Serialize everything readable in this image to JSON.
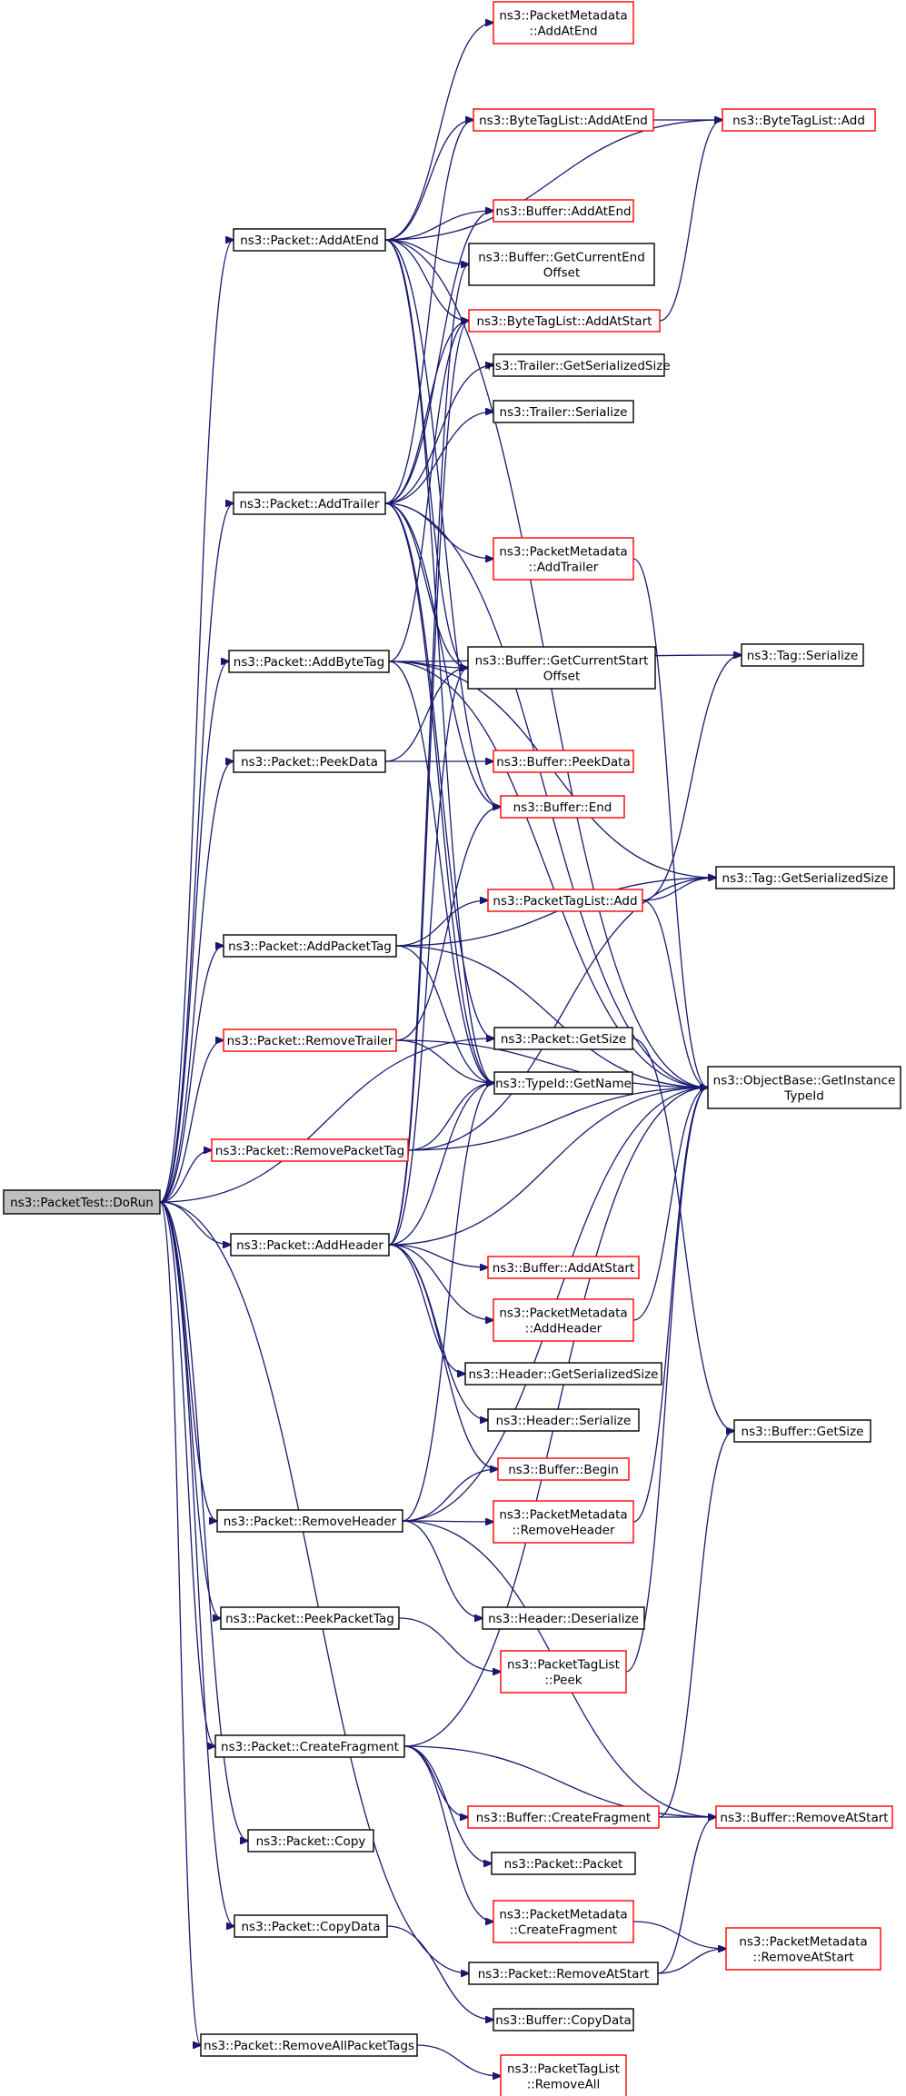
{
  "colors": {
    "edge": "#191970",
    "documented_border": "#000000",
    "undocumented_border": "#ff0000",
    "root_fill": "#bfbfbf",
    "node_fill": "#ffffff"
  },
  "nodes": [
    {
      "id": "root",
      "lines": [
        "ns3::PacketTest::DoRun"
      ],
      "style": "root"
    },
    {
      "id": "addAtEnd",
      "lines": [
        "ns3::Packet::AddAtEnd"
      ],
      "style": "black"
    },
    {
      "id": "addTrailer",
      "lines": [
        "ns3::Packet::AddTrailer"
      ],
      "style": "black"
    },
    {
      "id": "addByteTag",
      "lines": [
        "ns3::Packet::AddByteTag"
      ],
      "style": "black"
    },
    {
      "id": "peekData",
      "lines": [
        "ns3::Packet::PeekData"
      ],
      "style": "black"
    },
    {
      "id": "addPacketTag",
      "lines": [
        "ns3::Packet::AddPacketTag"
      ],
      "style": "black"
    },
    {
      "id": "removeTrailer",
      "lines": [
        "ns3::Packet::RemoveTrailer"
      ],
      "style": "red"
    },
    {
      "id": "removePacketTag",
      "lines": [
        "ns3::Packet::RemovePacketTag"
      ],
      "style": "red"
    },
    {
      "id": "addHeader",
      "lines": [
        "ns3::Packet::AddHeader"
      ],
      "style": "black"
    },
    {
      "id": "removeHeader",
      "lines": [
        "ns3::Packet::RemoveHeader"
      ],
      "style": "black"
    },
    {
      "id": "peekPacketTag",
      "lines": [
        "ns3::Packet::PeekPacketTag"
      ],
      "style": "black"
    },
    {
      "id": "createFragment",
      "lines": [
        "ns3::Packet::CreateFragment"
      ],
      "style": "black"
    },
    {
      "id": "copy",
      "lines": [
        "ns3::Packet::Copy"
      ],
      "style": "black"
    },
    {
      "id": "copyData",
      "lines": [
        "ns3::Packet::CopyData"
      ],
      "style": "black"
    },
    {
      "id": "removeAllPacketTags",
      "lines": [
        "ns3::Packet::RemoveAllPacketTags"
      ],
      "style": "black"
    },
    {
      "id": "pmAddAtEnd",
      "lines": [
        "ns3::PacketMetadata",
        "::AddAtEnd"
      ],
      "style": "red"
    },
    {
      "id": "btlAddAtEnd",
      "lines": [
        "ns3::ByteTagList::AddAtEnd"
      ],
      "style": "red"
    },
    {
      "id": "btlAdd",
      "lines": [
        "ns3::ByteTagList::Add"
      ],
      "style": "red"
    },
    {
      "id": "bufAddAtEnd",
      "lines": [
        "ns3::Buffer::AddAtEnd"
      ],
      "style": "red"
    },
    {
      "id": "bufGetCurrentEndOffset",
      "lines": [
        "ns3::Buffer::GetCurrentEnd",
        "Offset"
      ],
      "style": "black"
    },
    {
      "id": "btlAddAtStart",
      "lines": [
        "ns3::ByteTagList::AddAtStart"
      ],
      "style": "red"
    },
    {
      "id": "trailerGetSerializedSize",
      "lines": [
        "ns3::Trailer::GetSerializedSize"
      ],
      "style": "black"
    },
    {
      "id": "trailerSerialize",
      "lines": [
        "ns3::Trailer::Serialize"
      ],
      "style": "black"
    },
    {
      "id": "pmAddTrailer",
      "lines": [
        "ns3::PacketMetadata",
        "::AddTrailer"
      ],
      "style": "red"
    },
    {
      "id": "tagSerialize",
      "lines": [
        "ns3::Tag::Serialize"
      ],
      "style": "black"
    },
    {
      "id": "bufGetCurrentStartOffset",
      "lines": [
        "ns3::Buffer::GetCurrentStart",
        "Offset"
      ],
      "style": "black"
    },
    {
      "id": "bufPeekData",
      "lines": [
        "ns3::Buffer::PeekData"
      ],
      "style": "red"
    },
    {
      "id": "bufEnd",
      "lines": [
        "ns3::Buffer::End"
      ],
      "style": "red"
    },
    {
      "id": "ptlAdd",
      "lines": [
        "ns3::PacketTagList::Add"
      ],
      "style": "red"
    },
    {
      "id": "tagGetSerializedSize",
      "lines": [
        "ns3::Tag::GetSerializedSize"
      ],
      "style": "black"
    },
    {
      "id": "packetGetSize",
      "lines": [
        "ns3::Packet::GetSize"
      ],
      "style": "black"
    },
    {
      "id": "obGetInstanceTypeId",
      "lines": [
        "ns3::ObjectBase::GetInstance",
        "TypeId"
      ],
      "style": "black"
    },
    {
      "id": "typeIdGetName",
      "lines": [
        "ns3::TypeId::GetName"
      ],
      "style": "black"
    },
    {
      "id": "bufAddAtStart",
      "lines": [
        "ns3::Buffer::AddAtStart"
      ],
      "style": "red"
    },
    {
      "id": "pmAddHeader",
      "lines": [
        "ns3::PacketMetadata",
        "::AddHeader"
      ],
      "style": "red"
    },
    {
      "id": "headerGetSerializedSize",
      "lines": [
        "ns3::Header::GetSerializedSize"
      ],
      "style": "black"
    },
    {
      "id": "headerSerialize",
      "lines": [
        "ns3::Header::Serialize"
      ],
      "style": "black"
    },
    {
      "id": "bufGetSize",
      "lines": [
        "ns3::Buffer::GetSize"
      ],
      "style": "black"
    },
    {
      "id": "bufBegin",
      "lines": [
        "ns3::Buffer::Begin"
      ],
      "style": "red"
    },
    {
      "id": "pmRemoveHeader",
      "lines": [
        "ns3::PacketMetadata",
        "::RemoveHeader"
      ],
      "style": "red"
    },
    {
      "id": "headerDeserialize",
      "lines": [
        "ns3::Header::Deserialize"
      ],
      "style": "black"
    },
    {
      "id": "ptlPeek",
      "lines": [
        "ns3::PacketTagList",
        "::Peek"
      ],
      "style": "red"
    },
    {
      "id": "bufCreateFragment",
      "lines": [
        "ns3::Buffer::CreateFragment"
      ],
      "style": "red"
    },
    {
      "id": "bufRemoveAtStart",
      "lines": [
        "ns3::Buffer::RemoveAtStart"
      ],
      "style": "red"
    },
    {
      "id": "packetPacket",
      "lines": [
        "ns3::Packet::Packet"
      ],
      "style": "black"
    },
    {
      "id": "pmCreateFragment",
      "lines": [
        "ns3::PacketMetadata",
        "::CreateFragment"
      ],
      "style": "red"
    },
    {
      "id": "pmRemoveAtStart",
      "lines": [
        "ns3::PacketMetadata",
        "::RemoveAtStart"
      ],
      "style": "red"
    },
    {
      "id": "packetRemoveAtStart",
      "lines": [
        "ns3::Packet::RemoveAtStart"
      ],
      "style": "black"
    },
    {
      "id": "bufCopyData",
      "lines": [
        "ns3::Buffer::CopyData"
      ],
      "style": "black"
    },
    {
      "id": "ptlRemoveAll",
      "lines": [
        "ns3::PacketTagList",
        "::RemoveAll"
      ],
      "style": "red"
    }
  ],
  "edges": [
    [
      "root",
      "addAtEnd"
    ],
    [
      "root",
      "addTrailer"
    ],
    [
      "root",
      "addByteTag"
    ],
    [
      "root",
      "peekData"
    ],
    [
      "root",
      "addPacketTag"
    ],
    [
      "root",
      "removeTrailer"
    ],
    [
      "root",
      "removePacketTag"
    ],
    [
      "root",
      "addHeader"
    ],
    [
      "root",
      "removeHeader"
    ],
    [
      "root",
      "peekPacketTag"
    ],
    [
      "root",
      "createFragment"
    ],
    [
      "root",
      "copy"
    ],
    [
      "root",
      "copyData"
    ],
    [
      "root",
      "removeAllPacketTags"
    ],
    [
      "root",
      "packetGetSize"
    ],
    [
      "root",
      "packetRemoveAtStart"
    ],
    [
      "addAtEnd",
      "pmAddAtEnd"
    ],
    [
      "addAtEnd",
      "btlAddAtEnd"
    ],
    [
      "addAtEnd",
      "btlAdd"
    ],
    [
      "addAtEnd",
      "bufAddAtEnd"
    ],
    [
      "addAtEnd",
      "bufGetCurrentEndOffset"
    ],
    [
      "addAtEnd",
      "btlAddAtStart"
    ],
    [
      "addAtEnd",
      "bufGetCurrentStartOffset"
    ],
    [
      "addAtEnd",
      "obGetInstanceTypeId"
    ],
    [
      "addAtEnd",
      "typeIdGetName"
    ],
    [
      "addAtEnd",
      "bufEnd"
    ],
    [
      "btlAddAtEnd",
      "btlAdd"
    ],
    [
      "btlAddAtStart",
      "btlAdd"
    ],
    [
      "addTrailer",
      "btlAddAtEnd"
    ],
    [
      "addTrailer",
      "bufAddAtEnd"
    ],
    [
      "addTrailer",
      "btlAddAtStart"
    ],
    [
      "addTrailer",
      "trailerGetSerializedSize"
    ],
    [
      "addTrailer",
      "trailerSerialize"
    ],
    [
      "addTrailer",
      "pmAddTrailer"
    ],
    [
      "addTrailer",
      "bufGetCurrentStartOffset"
    ],
    [
      "addTrailer",
      "obGetInstanceTypeId"
    ],
    [
      "addTrailer",
      "typeIdGetName"
    ],
    [
      "addTrailer",
      "bufEnd"
    ],
    [
      "addTrailer",
      "packetGetSize"
    ],
    [
      "pmAddTrailer",
      "obGetInstanceTypeId"
    ],
    [
      "addByteTag",
      "btlAddAtStart"
    ],
    [
      "addByteTag",
      "tagSerialize"
    ],
    [
      "addByteTag",
      "tagGetSerializedSize"
    ],
    [
      "addByteTag",
      "bufGetCurrentStartOffset"
    ],
    [
      "addByteTag",
      "obGetInstanceTypeId"
    ],
    [
      "addByteTag",
      "typeIdGetName"
    ],
    [
      "peekData",
      "bufGetCurrentStartOffset"
    ],
    [
      "peekData",
      "bufPeekData"
    ],
    [
      "addPacketTag",
      "ptlAdd"
    ],
    [
      "addPacketTag",
      "tagGetSerializedSize"
    ],
    [
      "addPacketTag",
      "obGetInstanceTypeId"
    ],
    [
      "addPacketTag",
      "typeIdGetName"
    ],
    [
      "ptlAdd",
      "tagSerialize"
    ],
    [
      "ptlAdd",
      "tagGetSerializedSize"
    ],
    [
      "ptlAdd",
      "obGetInstanceTypeId"
    ],
    [
      "removeTrailer",
      "bufEnd"
    ],
    [
      "removeTrailer",
      "obGetInstanceTypeId"
    ],
    [
      "removeTrailer",
      "typeIdGetName"
    ],
    [
      "removePacketTag",
      "tagGetSerializedSize"
    ],
    [
      "removePacketTag",
      "obGetInstanceTypeId"
    ],
    [
      "removePacketTag",
      "typeIdGetName"
    ],
    [
      "packetGetSize",
      "bufGetSize"
    ],
    [
      "addHeader",
      "bufGetCurrentStartOffset"
    ],
    [
      "addHeader",
      "typeIdGetName"
    ],
    [
      "addHeader",
      "obGetInstanceTypeId"
    ],
    [
      "addHeader",
      "bufAddAtStart"
    ],
    [
      "addHeader",
      "pmAddHeader"
    ],
    [
      "addHeader",
      "headerGetSerializedSize"
    ],
    [
      "addHeader",
      "headerSerialize"
    ],
    [
      "addHeader",
      "bufBegin"
    ],
    [
      "addHeader",
      "btlAddAtStart"
    ],
    [
      "addHeader",
      "bufGetCurrentEndOffset"
    ],
    [
      "pmAddHeader",
      "obGetInstanceTypeId"
    ],
    [
      "removeHeader",
      "typeIdGetName"
    ],
    [
      "removeHeader",
      "bufBegin"
    ],
    [
      "removeHeader",
      "pmRemoveHeader"
    ],
    [
      "removeHeader",
      "obGetInstanceTypeId"
    ],
    [
      "removeHeader",
      "headerDeserialize"
    ],
    [
      "removeHeader",
      "bufRemoveAtStart"
    ],
    [
      "pmRemoveHeader",
      "obGetInstanceTypeId"
    ],
    [
      "peekPacketTag",
      "ptlPeek"
    ],
    [
      "ptlPeek",
      "obGetInstanceTypeId"
    ],
    [
      "createFragment",
      "obGetInstanceTypeId"
    ],
    [
      "createFragment",
      "bufCreateFragment"
    ],
    [
      "createFragment",
      "packetPacket"
    ],
    [
      "createFragment",
      "pmCreateFragment"
    ],
    [
      "createFragment",
      "bufRemoveAtStart"
    ],
    [
      "bufCreateFragment",
      "bufRemoveAtStart"
    ],
    [
      "bufCreateFragment",
      "bufGetSize"
    ],
    [
      "packetRemoveAtStart",
      "bufRemoveAtStart"
    ],
    [
      "packetRemoveAtStart",
      "pmRemoveAtStart"
    ],
    [
      "pmCreateFragment",
      "pmRemoveAtStart"
    ],
    [
      "copyData",
      "bufCopyData"
    ],
    [
      "removeAllPacketTags",
      "ptlRemoveAll"
    ]
  ]
}
